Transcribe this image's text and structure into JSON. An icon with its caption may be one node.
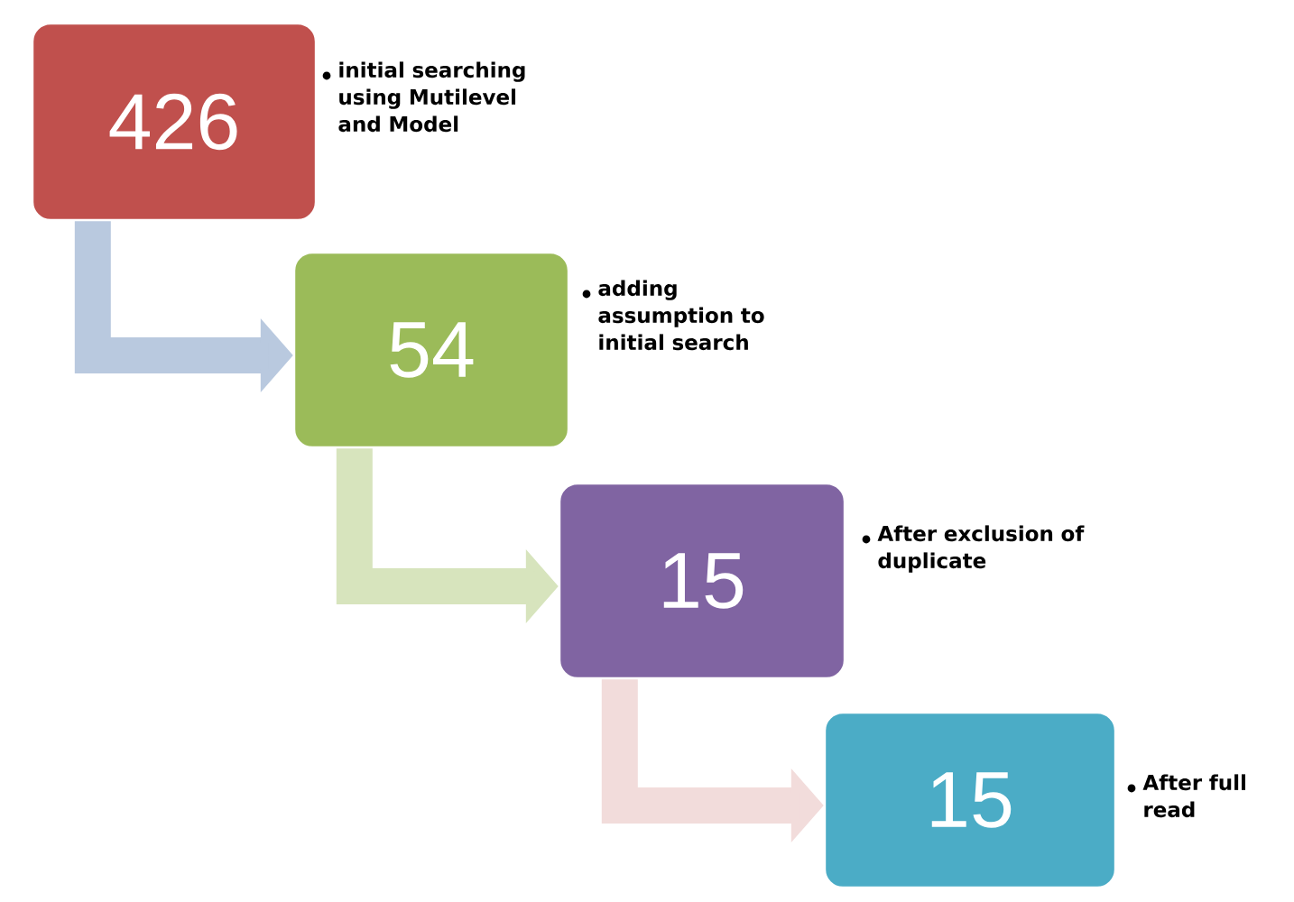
{
  "diagram": {
    "nodes": [
      {
        "text": [
          "426"
        ],
        "beside": [
          "initial searching using Mutilevel and Model"
        ]
      },
      {
        "text": [
          "54"
        ],
        "beside": [
          "adding assumption to initial search"
        ]
      },
      {
        "text": [
          "15"
        ],
        "beside": [
          "After exclusion of duplicate"
        ]
      },
      {
        "text": [
          "15"
        ],
        "beside": [
          "After full read"
        ]
      }
    ],
    "edges": [
      {
        "from": 0,
        "to": 1,
        "arrow": "to",
        "color": "#b9c9df"
      },
      {
        "from": 1,
        "to": 2,
        "arrow": "to",
        "color": "#d7e4bd"
      },
      {
        "from": 2,
        "to": 3,
        "arrow": "to",
        "color": "#f2dcdb"
      }
    ]
  }
}
